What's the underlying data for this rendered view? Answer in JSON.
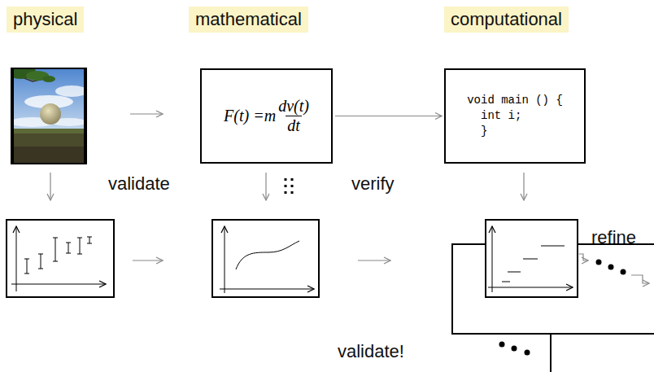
{
  "diagram": {
    "nodes": [
      {
        "text": [
          "physical"
        ]
      },
      {
        "text": [
          "mathematical"
        ]
      },
      {
        "text": [
          "computational"
        ]
      },
      {
        "text": [
          "F(t) =m",
          "dv(t)",
          "dt"
        ]
      },
      {
        "text": [
          "void main () {",
          "int i;",
          "}"
        ]
      }
    ],
    "edges": [
      {
        "from": 3,
        "to": 4,
        "arrow": "to"
      }
    ],
    "labels": [
      "validate",
      "verify",
      "refine",
      "validate!"
    ]
  }
}
